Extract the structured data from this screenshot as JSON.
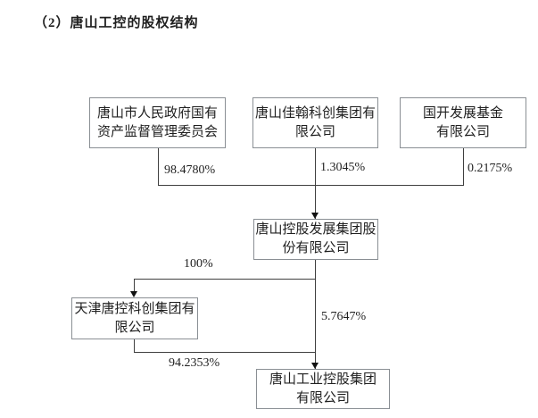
{
  "title": "（2）唐山工控的股权结构",
  "colors": {
    "background": "#ffffff",
    "line": "#3f3f3f",
    "box_border": "#8a8f94",
    "text": "#1f1f1f"
  },
  "nodes": {
    "gov": {
      "name": "唐山市人民政府国有资产监督管理委员会",
      "lines": [
        "唐山市人民政府国有",
        "资产监督管理委员会"
      ]
    },
    "jiahan": {
      "name": "唐山佳翰科创集团有限公司",
      "lines": [
        "唐山佳翰科创集团有",
        "限公司"
      ]
    },
    "cdb": {
      "name": "国开发展基金有限公司",
      "lines": [
        "国开发展基金",
        "有限公司"
      ]
    },
    "tskg": {
      "name": "唐山控股发展集团股份有限公司",
      "lines": [
        "唐山控股发展集团股",
        "份有限公司"
      ]
    },
    "tianjin": {
      "name": "天津唐控科创集团有限公司",
      "lines": [
        "天津唐控科创集团有",
        "限公司"
      ]
    },
    "tsig": {
      "name": "唐山工业控股集团有限公司",
      "lines": [
        "唐山工业控股集团",
        "有限公司"
      ]
    }
  },
  "edges": [
    {
      "from": "唐山市人民政府国有资产监督管理委员会",
      "to": "唐山控股发展集团股份有限公司",
      "label": "98.4780%"
    },
    {
      "from": "唐山佳翰科创集团有限公司",
      "to": "唐山控股发展集团股份有限公司",
      "label": "1.3045%"
    },
    {
      "from": "国开发展基金有限公司",
      "to": "唐山控股发展集团股份有限公司",
      "label": "0.2175%"
    },
    {
      "from": "唐山控股发展集团股份有限公司",
      "to": "天津唐控科创集团有限公司",
      "label": "100%"
    },
    {
      "from": "唐山控股发展集团股份有限公司",
      "to": "唐山工业控股集团有限公司",
      "label": "5.7647%"
    },
    {
      "from": "天津唐控科创集团有限公司",
      "to": "唐山工业控股集团有限公司",
      "label": "94.2353%"
    }
  ]
}
